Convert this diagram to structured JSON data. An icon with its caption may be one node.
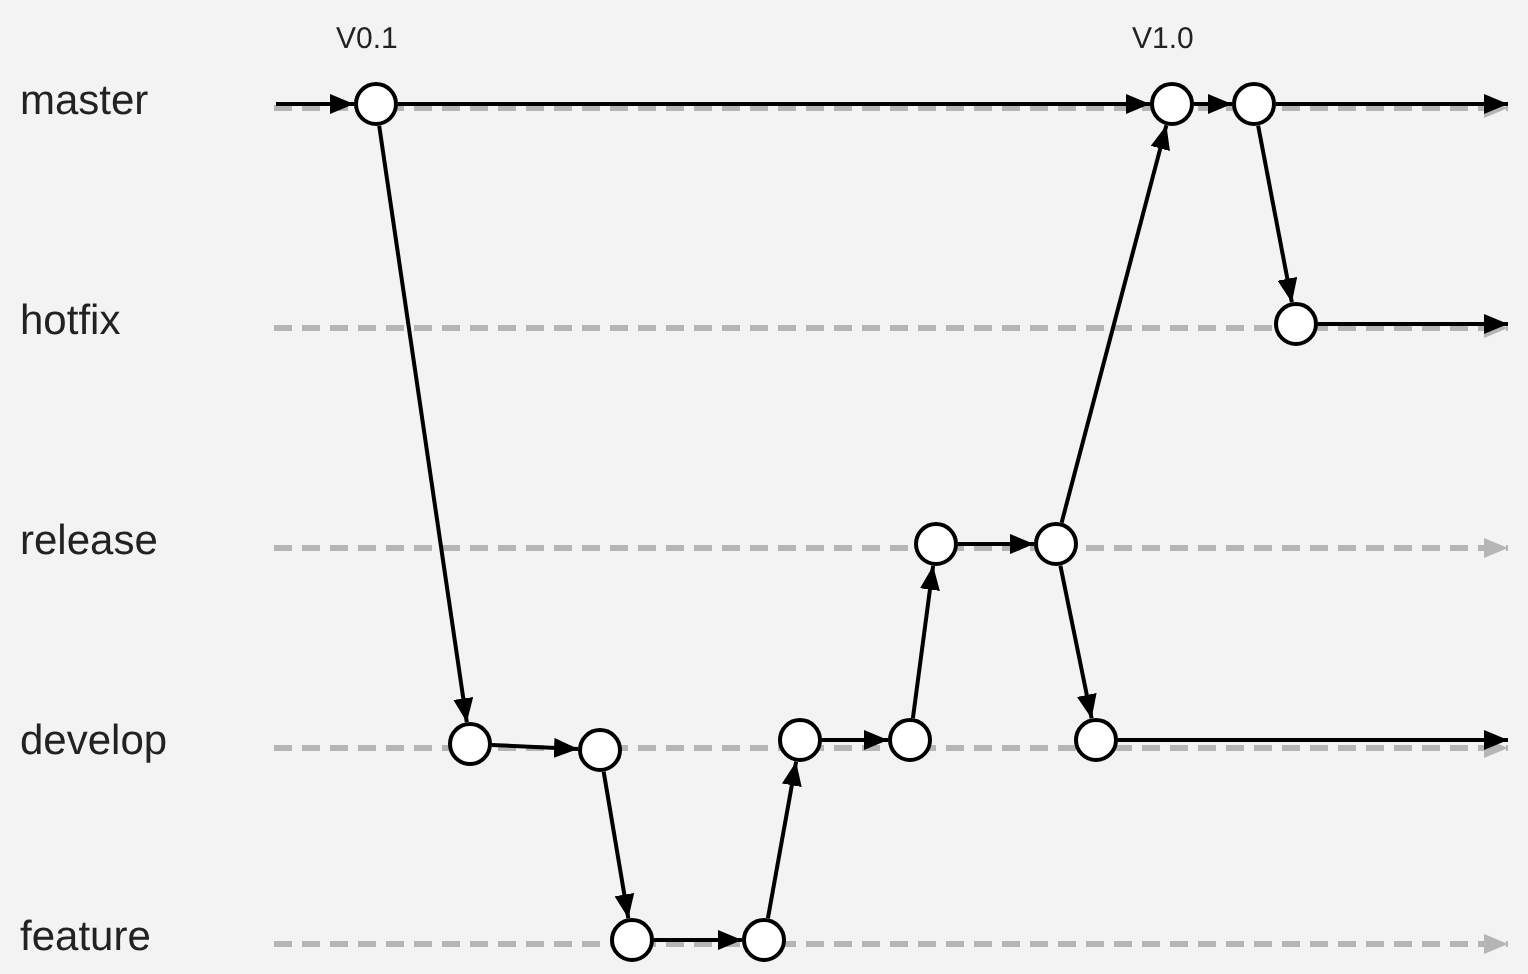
{
  "diagram": {
    "nodes": [
      {
        "text": [],
        "shape": "circle",
        "beside": [
          "V0.1"
        ]
      },
      {
        "text": [],
        "shape": "circle",
        "beside": [
          "V1.0"
        ]
      },
      {
        "text": [],
        "shape": "circle"
      },
      {
        "text": [],
        "shape": "circle"
      },
      {
        "text": [],
        "shape": "circle"
      },
      {
        "text": [],
        "shape": "circle"
      },
      {
        "text": [],
        "shape": "circle"
      },
      {
        "text": [],
        "shape": "circle"
      },
      {
        "text": [],
        "shape": "circle"
      },
      {
        "text": [],
        "shape": "circle"
      },
      {
        "text": [],
        "shape": "circle"
      },
      {
        "text": [],
        "shape": "circle"
      },
      {
        "text": [],
        "shape": "circle"
      }
    ],
    "edges": [
      {
        "from": null,
        "to": 0,
        "arrow": "to"
      },
      {
        "from": 0,
        "to": 1,
        "arrow": "to"
      },
      {
        "from": 1,
        "to": 2,
        "arrow": "to"
      },
      {
        "from": 2,
        "to": null,
        "arrow": "to"
      },
      {
        "from": 2,
        "to": 3,
        "arrow": "to"
      },
      {
        "from": 3,
        "to": null,
        "arrow": "to"
      },
      {
        "from": 0,
        "to": 6,
        "arrow": "to"
      },
      {
        "from": 6,
        "to": 7,
        "arrow": "to"
      },
      {
        "from": 7,
        "to": 11,
        "arrow": "to"
      },
      {
        "from": 11,
        "to": 12,
        "arrow": "to"
      },
      {
        "from": 12,
        "to": 8,
        "arrow": "to"
      },
      {
        "from": 8,
        "to": 9,
        "arrow": "to"
      },
      {
        "from": 9,
        "to": 4,
        "arrow": "to"
      },
      {
        "from": 4,
        "to": 5,
        "arrow": "to"
      },
      {
        "from": 5,
        "to": 1,
        "arrow": "to"
      },
      {
        "from": 5,
        "to": 10,
        "arrow": "to"
      },
      {
        "from": 10,
        "to": null,
        "arrow": "to"
      }
    ],
    "labels": [
      "master",
      "hotfix",
      "release",
      "develop",
      "feature"
    ]
  }
}
